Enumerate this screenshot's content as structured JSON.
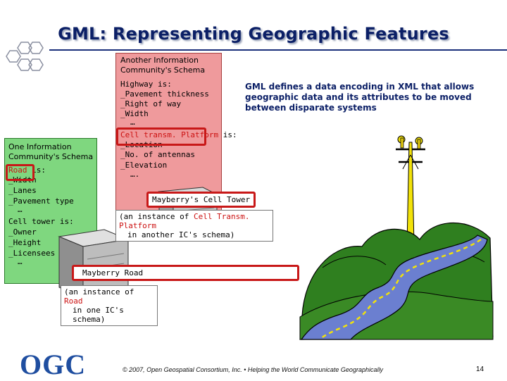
{
  "slide": {
    "title": "GML: Representing Geographic Features",
    "page_number": "14",
    "footer": "© 2007, Open Geospatial Consortium, Inc. • Helping the World Communicate Geographically",
    "logo_text": "OGC"
  },
  "gml_note": "GML defines a data encoding in XML that allows geographic data and its attributes to be moved between disparate systems",
  "schema_another": {
    "heading1": "Another Information",
    "heading2": "Community's Schema",
    "highway_title": "Highway is:",
    "highway_attrs": [
      "_Pavement thickness",
      "_Right of way",
      "_Width",
      "…"
    ],
    "platform_term": "Cell transm. Platform",
    "platform_suffix": " is:",
    "platform_attrs": [
      "_Location",
      "_No. of antennas",
      "_Elevation",
      "…."
    ]
  },
  "schema_one": {
    "heading1": "One Information",
    "heading2": "Community's Schema",
    "road_term": "Road",
    "road_suffix": " is:",
    "road_attrs": [
      "_Width",
      "_Lanes",
      "_Pavement type",
      "…"
    ],
    "tower_title": "Cell tower is:",
    "tower_attrs": [
      "_Owner",
      "_Height",
      "_Licensees",
      "…"
    ]
  },
  "labels": {
    "cell_tower": "Mayberry's Cell Tower",
    "cell_tower_instance_prefix": "(an instance of ",
    "cell_tower_instance_term": "Cell Transm. Platform",
    "cell_tower_instance_suffix": "in another IC's schema)",
    "road": "Mayberry Road",
    "road_instance_prefix": "(an instance of ",
    "road_instance_term": "Road",
    "road_instance_suffix": "in one IC's schema)"
  },
  "colors": {
    "title": "#0b1f66",
    "pink_box": "#ef9a9c",
    "green_box": "#7fd77f",
    "highlight": "#cc1111"
  }
}
